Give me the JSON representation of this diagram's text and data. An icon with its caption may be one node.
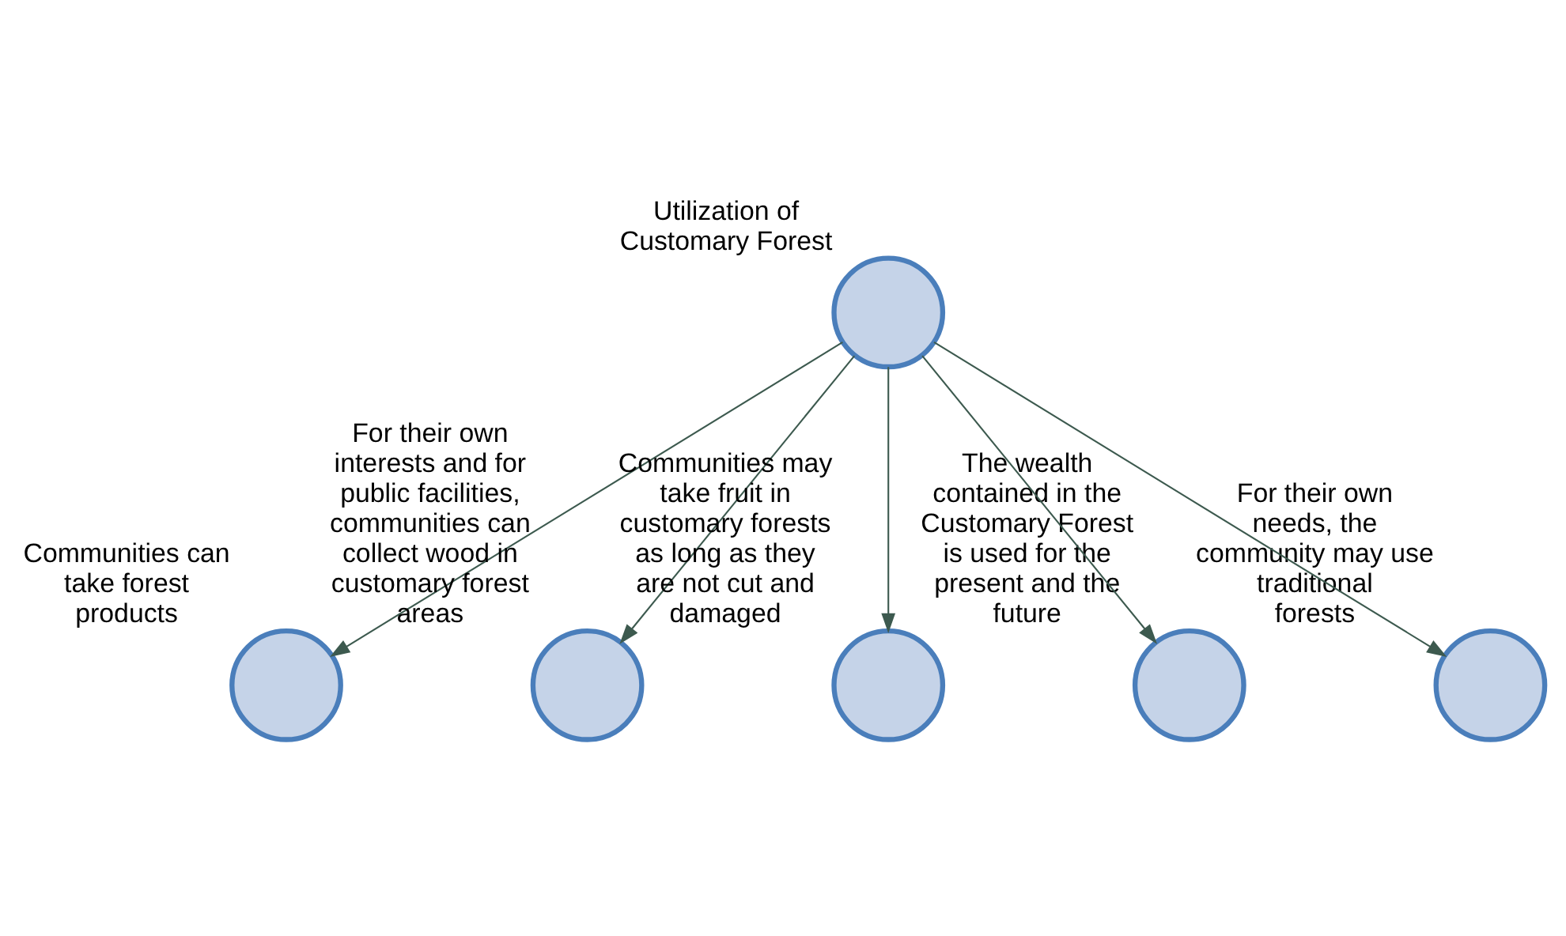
{
  "diagram": {
    "nodes": [
      {
        "text": [
          "Utilization of Customary Forest"
        ]
      },
      {
        "text": [
          "Communities can take forest products"
        ]
      },
      {
        "text": [
          "For their own interests and for public facilities, communities can collect wood in customary forest areas"
        ]
      },
      {
        "text": [
          "Communities may take fruit in customary forests as long as they are not cut and damaged"
        ]
      },
      {
        "text": [
          "The wealth contained in the Customary Forest is used for the present and the future"
        ]
      },
      {
        "text": [
          "For their own needs, the community may use traditional forests"
        ]
      }
    ],
    "edges": [
      {
        "from": 0,
        "to": 1,
        "arrow": "to"
      },
      {
        "from": 0,
        "to": 2,
        "arrow": "to"
      },
      {
        "from": 0,
        "to": 3,
        "arrow": "to"
      },
      {
        "from": 0,
        "to": 4,
        "arrow": "to"
      },
      {
        "from": 0,
        "to": 5,
        "arrow": "to"
      }
    ]
  }
}
